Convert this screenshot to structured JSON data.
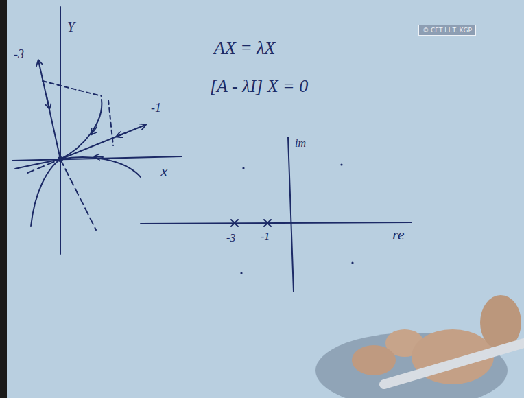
{
  "diagram": {
    "labels": [
      "© CET I.I.T. KGP",
      "Y",
      "-3",
      "-1",
      "x",
      "AX = λX",
      "[A - λI] X = 0",
      "im",
      "-3",
      "-1",
      "re"
    ]
  }
}
